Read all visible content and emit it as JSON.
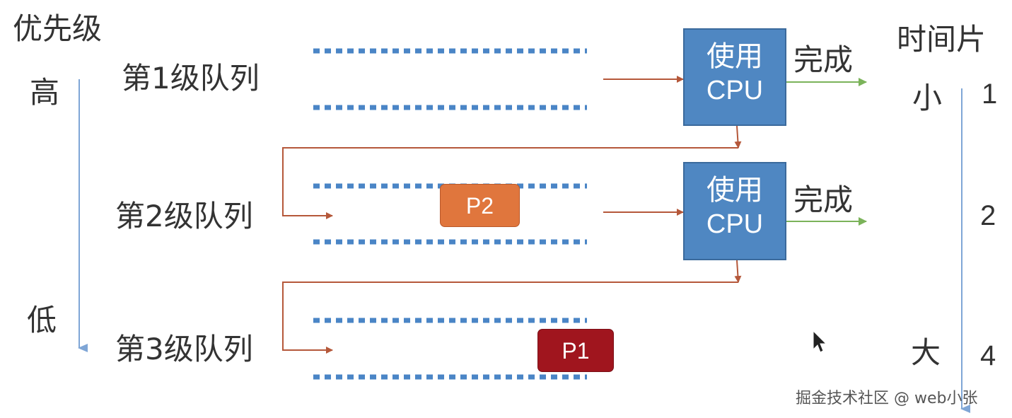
{
  "priority": {
    "title": "优先级",
    "high": "高",
    "low": "低"
  },
  "queues": [
    {
      "label": "第1级队列"
    },
    {
      "label": "第2级队列"
    },
    {
      "label": "第3级队列"
    }
  ],
  "cpu": [
    {
      "line1": "使用",
      "line2": "CPU",
      "done": "完成"
    },
    {
      "line1": "使用",
      "line2": "CPU",
      "done": "完成"
    }
  ],
  "processes": [
    {
      "name": "P2",
      "queue": 2,
      "color": "#e0763d"
    },
    {
      "name": "P1",
      "queue": 3,
      "color": "#a0151e"
    }
  ],
  "timeslice": {
    "title": "时间片",
    "small": "小",
    "large": "大",
    "values": [
      "1",
      "2",
      "4"
    ]
  },
  "colors": {
    "cpu": "#4f87c2",
    "dotted_line": "#4a85c6",
    "flow_arrow": "#b5583a",
    "done_arrow": "#7bb35a",
    "axis_arrow": "#7fa6d6"
  },
  "watermark": "掘金技术社区 @ web小张"
}
